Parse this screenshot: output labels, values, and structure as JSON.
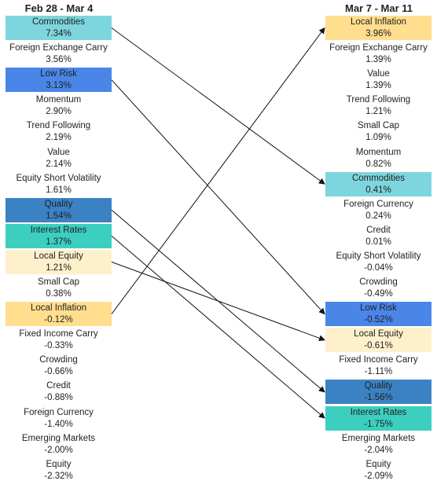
{
  "left": {
    "title": "Feb 28 - Mar 4",
    "items": [
      {
        "name": "Commodities",
        "value": "7.34%",
        "color": "#7dd6dd"
      },
      {
        "name": "Foreign Exchange Carry",
        "value": "3.56%",
        "color": ""
      },
      {
        "name": "Low Risk",
        "value": "3.13%",
        "color": "#4a86e8"
      },
      {
        "name": "Momentum",
        "value": "2.90%",
        "color": ""
      },
      {
        "name": "Trend Following",
        "value": "2.19%",
        "color": ""
      },
      {
        "name": "Value",
        "value": "2.14%",
        "color": ""
      },
      {
        "name": "Equity Short Volatility",
        "value": "1.61%",
        "color": ""
      },
      {
        "name": "Quality",
        "value": "1.54%",
        "color": "#3b82c4"
      },
      {
        "name": "Interest Rates",
        "value": "1.37%",
        "color": "#3ccfc0"
      },
      {
        "name": "Local Equity",
        "value": "1.21%",
        "color": "#fff0cc"
      },
      {
        "name": "Small Cap",
        "value": "0.38%",
        "color": ""
      },
      {
        "name": "Local Inflation",
        "value": "-0.12%",
        "color": "#ffdf8e"
      },
      {
        "name": "Fixed Income Carry",
        "value": "-0.33%",
        "color": ""
      },
      {
        "name": "Crowding",
        "value": "-0.66%",
        "color": ""
      },
      {
        "name": "Credit",
        "value": "-0.88%",
        "color": ""
      },
      {
        "name": "Foreign Currency",
        "value": "-1.40%",
        "color": ""
      },
      {
        "name": "Emerging Markets",
        "value": "-2.00%",
        "color": ""
      },
      {
        "name": "Equity",
        "value": "-2.32%",
        "color": ""
      }
    ]
  },
  "right": {
    "title": "Mar 7 - Mar 11",
    "items": [
      {
        "name": "Local Inflation",
        "value": "3.96%",
        "color": "#ffdf8e"
      },
      {
        "name": "Foreign Exchange Carry",
        "value": "1.39%",
        "color": ""
      },
      {
        "name": "Value",
        "value": "1.39%",
        "color": ""
      },
      {
        "name": "Trend Following",
        "value": "1.21%",
        "color": ""
      },
      {
        "name": "Small Cap",
        "value": "1.09%",
        "color": ""
      },
      {
        "name": "Momentum",
        "value": "0.82%",
        "color": ""
      },
      {
        "name": "Commodities",
        "value": "0.41%",
        "color": "#7dd6dd"
      },
      {
        "name": "Foreign Currency",
        "value": "0.24%",
        "color": ""
      },
      {
        "name": "Credit",
        "value": "0.01%",
        "color": ""
      },
      {
        "name": "Equity Short Volatility",
        "value": "-0.04%",
        "color": ""
      },
      {
        "name": "Crowding",
        "value": "-0.49%",
        "color": ""
      },
      {
        "name": "Low Risk",
        "value": "-0.52%",
        "color": "#4a86e8"
      },
      {
        "name": "Local Equity",
        "value": "-0.61%",
        "color": "#fff0cc"
      },
      {
        "name": "Fixed Income Carry",
        "value": "-1.11%",
        "color": ""
      },
      {
        "name": "Quality",
        "value": "-1.56%",
        "color": "#3b82c4"
      },
      {
        "name": "Interest Rates",
        "value": "-1.75%",
        "color": "#3ccfc0"
      },
      {
        "name": "Emerging Markets",
        "value": "-2.04%",
        "color": ""
      },
      {
        "name": "Equity",
        "value": "-2.09%",
        "color": ""
      }
    ]
  },
  "links": [
    {
      "from": "Commodities",
      "to": "Commodities"
    },
    {
      "from": "Low Risk",
      "to": "Low Risk"
    },
    {
      "from": "Quality",
      "to": "Quality"
    },
    {
      "from": "Interest Rates",
      "to": "Interest Rates"
    },
    {
      "from": "Local Equity",
      "to": "Local Equity"
    },
    {
      "from": "Local Inflation",
      "to": "Local Inflation"
    }
  ]
}
